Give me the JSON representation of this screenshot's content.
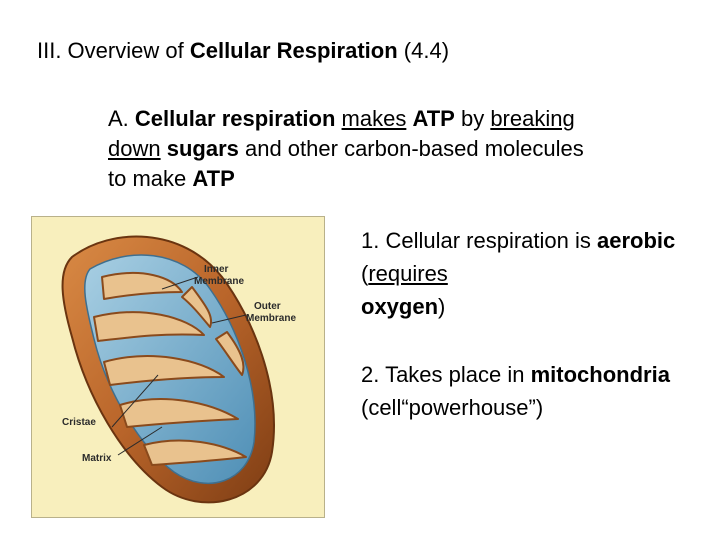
{
  "slide": {
    "title": {
      "prefix": "III. Overview of ",
      "bold": "Cellular Respiration",
      "suffix": " (4.4)"
    },
    "point_a": {
      "t1": "A. ",
      "t2": "Cellular respiration",
      "t3": " ",
      "t4": "makes",
      "t5": " ",
      "t6": "ATP",
      "t7": " by ",
      "t8": "breaking down",
      "t9": " ",
      "t10": "sugars",
      "t11": " and other carbon-based molecules to make ",
      "t12": "ATP"
    },
    "point_1": {
      "t1": "1. Cellular respiration is ",
      "t2": "aerobic",
      "t3": " (",
      "t4": "requires",
      "t5": "oxygen",
      "t6": ")"
    },
    "point_2": {
      "t1": "2. Takes place in ",
      "t2": "mitochondria",
      "t3": "(cell“powerhouse”)"
    }
  },
  "figure": {
    "labels": {
      "inner": [
        "Inner",
        "Membrane"
      ],
      "outer": [
        "Outer",
        "Membrane"
      ],
      "cristae": "Cristae",
      "matrix": "Matrix"
    },
    "colors": {
      "outer_membrane": "#b9652a",
      "matrix": "#6aa6c9",
      "background": "#f8efbd"
    }
  }
}
